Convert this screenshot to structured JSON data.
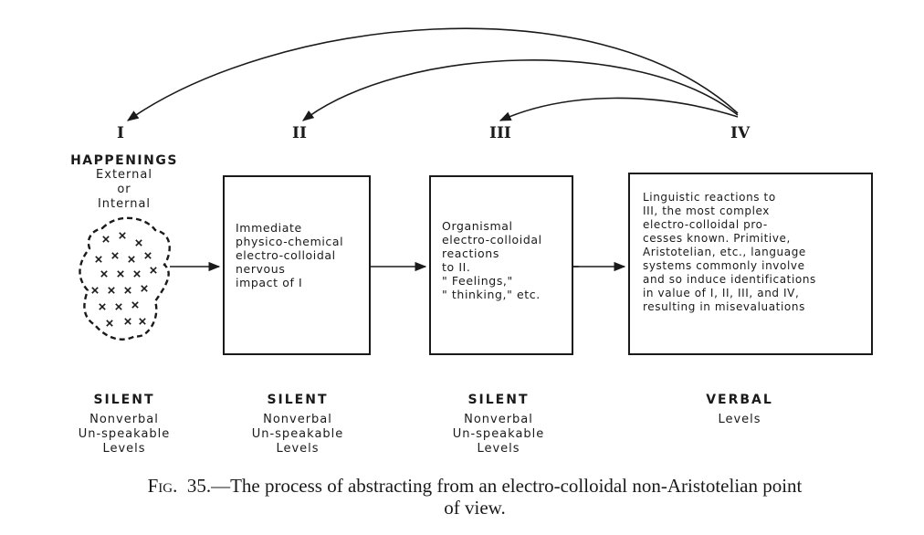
{
  "levels": {
    "one": "I",
    "two": "II",
    "three": "III",
    "four": "IV"
  },
  "happenings": {
    "title": "HAPPENINGS",
    "line1": "External",
    "line2": "or",
    "line3": "Internal"
  },
  "boxes": {
    "box2": [
      "Immediate",
      "physico-chemical",
      "electro-colloidal",
      "nervous",
      "impact of I"
    ],
    "box3": [
      "Organismal",
      "electro-colloidal",
      "reactions",
      "to II.",
      "\" Feelings,\"",
      "\" thinking,\" etc."
    ],
    "box4": [
      "Linguistic reactions to",
      "III, the most complex",
      "electro-colloidal pro-",
      "cesses known. Primitive,",
      "Aristotelian, etc., language",
      "systems commonly involve",
      "and so induce identifications",
      "in value of I, II, III, and IV,",
      "resulting in misevaluations"
    ]
  },
  "footers": {
    "f1": {
      "title": "SILENT",
      "l1": "Nonverbal",
      "l2": "Un-speakable",
      "l3": "Levels"
    },
    "f2": {
      "title": "SILENT",
      "l1": "Nonverbal",
      "l2": "Un-speakable",
      "l3": "Levels"
    },
    "f3": {
      "title": "SILENT",
      "l1": "Nonverbal",
      "l2": "Un-speakable",
      "l3": "Levels"
    },
    "f4": {
      "title": "VERBAL",
      "l1": "Levels"
    }
  },
  "caption": {
    "fig": "Fig.",
    "number": "35.",
    "line1": "—The process of abstracting from an electro-colloidal non-Aristotelian point",
    "line2": "of view."
  }
}
